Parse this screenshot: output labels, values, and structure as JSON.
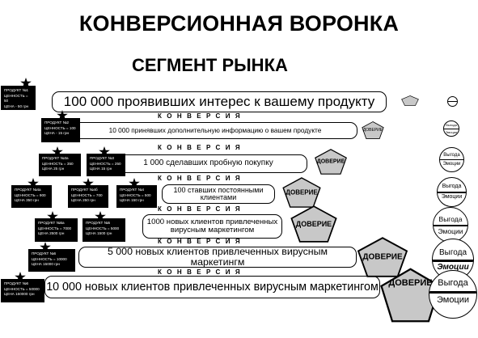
{
  "title": "КОНВЕРСИОННАЯ ВОРОНКА",
  "subtitle": "СЕГМЕНТ РЫНКА",
  "conversion_label": "КОНВЕРСИЯ",
  "trust_label": "ДОВЕРИЕ",
  "benefit_label": "Выгода",
  "emotion_label": "Эмоции",
  "stages": [
    "100 000 проявивших интерес к вашему продукту",
    "10 000 принявших дополнительную информацию о вашем продукте",
    "1 000 сделавших пробную покупку",
    "100 ставших постоянными клиентами",
    "1000 новых клиентов привлеченных вирусным маркетингом",
    "5 000 новых клиентов привлеченных вирусным маркетингм",
    "10 000 новых клиентов привлеченных вирусным маркетингом"
  ],
  "products": [
    {
      "name": "ПРОДУКТ №1",
      "value": "ЦЕННОСТЬ = 50",
      "price": "ЦЕНА - 50 грн"
    },
    {
      "name": "ПРОДУКТ №2",
      "value": "ЦЕННОСТЬ = 100",
      "price": "ЦЕНА - 15 грн"
    },
    {
      "name": "ПРОДУКТ №3а",
      "value": "ЦЕННОСТЬ = 350",
      "price": "ЦЕНА 25 грн"
    },
    {
      "name": "ПРОДУКТ №3",
      "value": "ЦЕННОСТЬ = 250",
      "price": "ЦЕНА 15 грн"
    },
    {
      "name": "ПРОДУКТ №4а",
      "value": "ЦЕННОСТЬ = 900",
      "price": "ЦЕНА 350 грн"
    },
    {
      "name": "ПРОДУКТ №4б",
      "value": "ЦЕННОСТЬ = 700",
      "price": "ЦЕНА 250 грн"
    },
    {
      "name": "ПРОДУКТ №4",
      "value": "ЦЕННОСТЬ = 500",
      "price": "ЦЕНА 150 грн"
    },
    {
      "name": "ПРОДУКТ №5а",
      "value": "ЦЕННОСТЬ = 7000",
      "price": "ЦЕНА 2500 грн"
    },
    {
      "name": "ПРОДУКТ №5",
      "value": "ЦЕННОСТЬ = 5000",
      "price": "ЦЕНА 1500 грн"
    },
    {
      "name": "ПРОДУКТ №6",
      "value": "ЦЕННОСТЬ = 10000",
      "price": "ЦЕНА 15000 грн"
    },
    {
      "name": "ПРОДУКТ №6",
      "value": "ЦЕННОСТЬ = 50000",
      "price": "ЦЕНА 150000 грн"
    }
  ]
}
